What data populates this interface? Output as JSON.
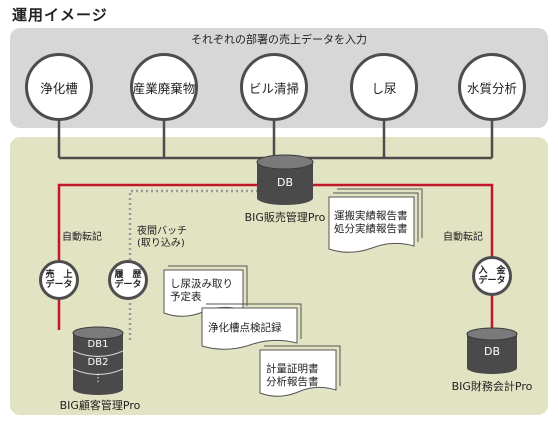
{
  "title": "運用イメージ",
  "top_label": "それぞれの部署の売上データを入力",
  "departments": [
    "浄化槽",
    "産業廃棄物",
    "ビル清掃",
    "し尿",
    "水質分析"
  ],
  "sales_db": {
    "label": "DB",
    "caption": "BIG販売管理Pro"
  },
  "accounting_db": {
    "label": "DB",
    "caption": "BIG財務会計Pro"
  },
  "customer_db": {
    "labels": [
      "DB1",
      "DB2",
      "⋮"
    ],
    "caption": "BIG顧客管理Pro"
  },
  "auto_left": "自動転記",
  "auto_right": "自動転記",
  "night_batch": "夜間バッチ\n(取り込み)",
  "sales_bubble": "売　上\nデータ",
  "history_bubble": "履　歴\nデータ",
  "deposit_bubble": "入　金\nデータ",
  "doc_transport": "運搬実績報告書\n処分実績報告書",
  "doc_schedule": "し尿汲み取り\n予定表",
  "doc_inspection": "浄化槽点検記録",
  "doc_measure": "計量証明書\n分析報告書",
  "colors": {
    "line_dark": "#4d4d4d",
    "line_red": "#c0172a",
    "dotted": "#9a9a9a",
    "db_fill": "#4a4a4a"
  }
}
